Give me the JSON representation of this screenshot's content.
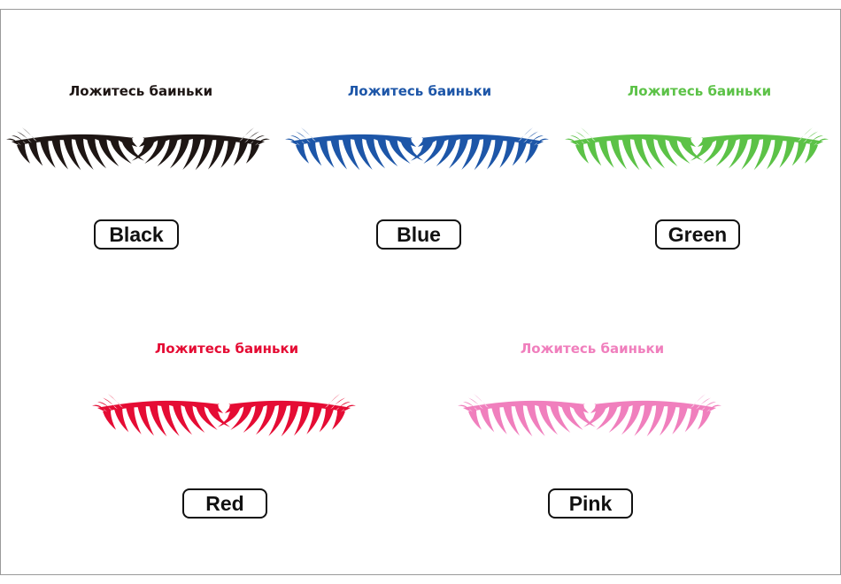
{
  "variants": [
    {
      "caption": "Ложитесь баиньки",
      "label": "Black",
      "color": "#1e1614",
      "caption_color": "#1e1614"
    },
    {
      "caption": "Ложитесь баиньки",
      "label": "Blue",
      "color": "#1d56a8",
      "caption_color": "#1d56a8"
    },
    {
      "caption": "Ложитесь баиньки",
      "label": "Green",
      "color": "#5cc247",
      "caption_color": "#5cc247"
    },
    {
      "caption": "Ложитесь баиньки",
      "label": "Red",
      "color": "#e50c34",
      "caption_color": "#e50c34"
    },
    {
      "caption": "Ложитесь баиньки",
      "label": "Pink",
      "color": "#f07fbd",
      "caption_color": "#f07fbd"
    }
  ],
  "icons": {
    "lash": "eyelash-pair-icon"
  }
}
